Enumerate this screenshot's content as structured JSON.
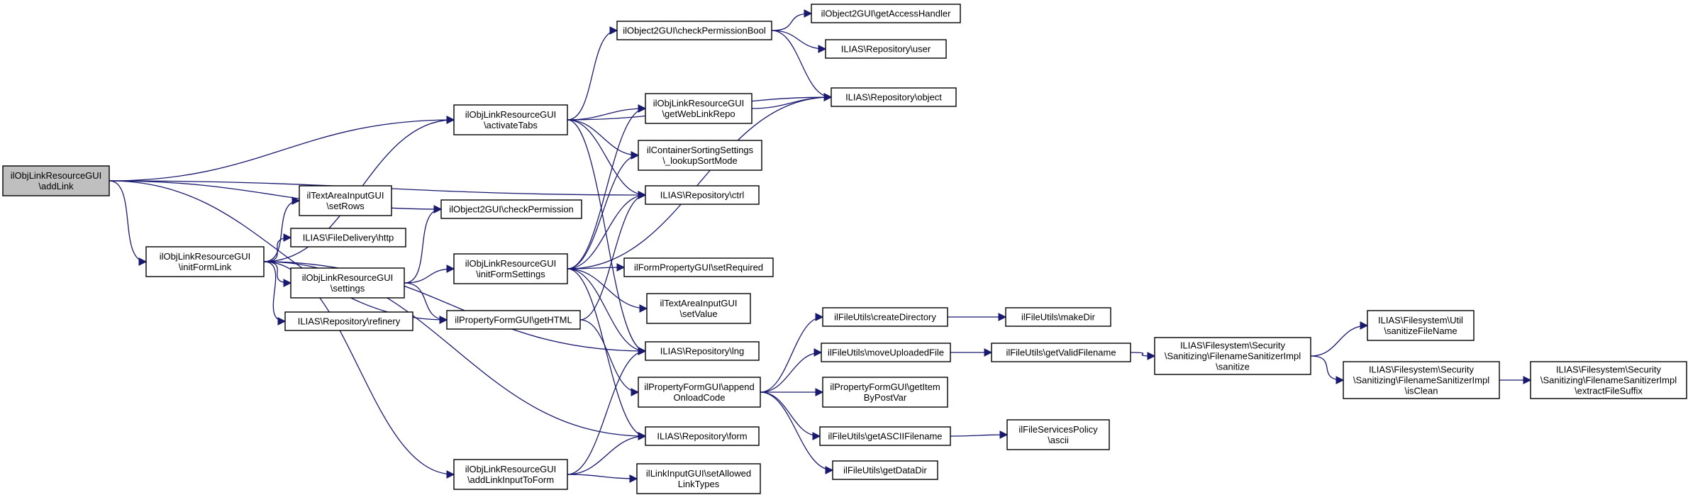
{
  "nodes": {
    "addLink": {
      "lines": [
        "ilObjLinkResourceGUI",
        "\\addLink"
      ],
      "root": true
    },
    "initFormLink": {
      "lines": [
        "ilObjLinkResourceGUI",
        "\\initFormLink"
      ]
    },
    "activateTabs": {
      "lines": [
        "ilObjLinkResourceGUI",
        "\\activateTabs"
      ]
    },
    "checkPermission": {
      "lines": [
        "ilObject2GUI\\checkPermission"
      ]
    },
    "setRows": {
      "lines": [
        "ilTextAreaInputGUI",
        "\\setRows"
      ]
    },
    "http": {
      "lines": [
        "ILIAS\\FileDelivery\\http"
      ]
    },
    "settings": {
      "lines": [
        "ilObjLinkResourceGUI",
        "\\settings"
      ]
    },
    "refinery": {
      "lines": [
        "ILIAS\\Repository\\refinery"
      ]
    },
    "initFormSettings": {
      "lines": [
        "ilObjLinkResourceGUI",
        "\\initFormSettings"
      ]
    },
    "getHTML": {
      "lines": [
        "ilPropertyFormGUI\\getHTML"
      ]
    },
    "addLinkInput": {
      "lines": [
        "ilObjLinkResourceGUI",
        "\\addLinkInputToForm"
      ]
    },
    "checkPermBool": {
      "lines": [
        "ilObject2GUI\\checkPermissionBool"
      ]
    },
    "getWebLinkRepo": {
      "lines": [
        "ilObjLinkResourceGUI",
        "\\getWebLinkRepo"
      ]
    },
    "lookupSortMode": {
      "lines": [
        "ilContainerSortingSettings",
        "\\_lookupSortMode"
      ]
    },
    "ctrl": {
      "lines": [
        "ILIAS\\Repository\\ctrl"
      ]
    },
    "setRequired": {
      "lines": [
        "ilFormPropertyGUI\\setRequired"
      ]
    },
    "setValue": {
      "lines": [
        "ilTextAreaInputGUI",
        "\\setValue"
      ]
    },
    "lng": {
      "lines": [
        "ILIAS\\Repository\\lng"
      ]
    },
    "appendOnload": {
      "lines": [
        "ilPropertyFormGUI\\append",
        "OnloadCode"
      ]
    },
    "form": {
      "lines": [
        "ILIAS\\Repository\\form"
      ]
    },
    "setAllowed": {
      "lines": [
        "ilLinkInputGUI\\setAllowed",
        "LinkTypes"
      ]
    },
    "getAccessHandler": {
      "lines": [
        "ilObject2GUI\\getAccessHandler"
      ]
    },
    "user": {
      "lines": [
        "ILIAS\\Repository\\user"
      ]
    },
    "object": {
      "lines": [
        "ILIAS\\Repository\\object"
      ]
    },
    "createDirectory": {
      "lines": [
        "ilFileUtils\\createDirectory"
      ]
    },
    "moveUploaded": {
      "lines": [
        "ilFileUtils\\moveUploadedFile"
      ]
    },
    "getItemByPost": {
      "lines": [
        "ilPropertyFormGUI\\getItem",
        "ByPostVar"
      ]
    },
    "getASCII": {
      "lines": [
        "ilFileUtils\\getASCIIFilename"
      ]
    },
    "getDataDir": {
      "lines": [
        "ilFileUtils\\getDataDir"
      ]
    },
    "makeDir": {
      "lines": [
        "ilFileUtils\\makeDir"
      ]
    },
    "getValidFilename": {
      "lines": [
        "ilFileUtils\\getValidFilename"
      ]
    },
    "ascii": {
      "lines": [
        "ilFileServicesPolicy",
        "\\ascii"
      ]
    },
    "sanitize": {
      "lines": [
        "ILIAS\\Filesystem\\Security",
        "\\Sanitizing\\FilenameSanitizerImpl",
        "\\sanitize"
      ]
    },
    "sanitizeFileName": {
      "lines": [
        "ILIAS\\Filesystem\\Util",
        "\\sanitizeFileName"
      ]
    },
    "isClean": {
      "lines": [
        "ILIAS\\Filesystem\\Security",
        "\\Sanitizing\\FilenameSanitizerImpl",
        "\\isClean"
      ]
    },
    "extractSuffix": {
      "lines": [
        "ILIAS\\Filesystem\\Security",
        "\\Sanitizing\\FilenameSanitizerImpl",
        "\\extractFileSuffix"
      ]
    }
  },
  "edges": [
    [
      "addLink",
      "activateTabs"
    ],
    [
      "addLink",
      "checkPermission"
    ],
    [
      "addLink",
      "initFormLink"
    ],
    [
      "addLink",
      "ctrl"
    ],
    [
      "addLink",
      "getHTML"
    ],
    [
      "activateTabs",
      "checkPermBool"
    ],
    [
      "activateTabs",
      "getWebLinkRepo"
    ],
    [
      "activateTabs",
      "object"
    ],
    [
      "activateTabs",
      "lookupSortMode"
    ],
    [
      "activateTabs",
      "ctrl"
    ],
    [
      "activateTabs",
      "lng"
    ],
    [
      "initFormLink",
      "activateTabs"
    ],
    [
      "initFormLink",
      "setRows"
    ],
    [
      "initFormLink",
      "http"
    ],
    [
      "initFormLink",
      "settings"
    ],
    [
      "initFormLink",
      "refinery"
    ],
    [
      "initFormLink",
      "form"
    ],
    [
      "initFormLink",
      "lng"
    ],
    [
      "initFormLink",
      "addLinkInput"
    ],
    [
      "settings",
      "checkPermission"
    ],
    [
      "settings",
      "initFormSettings"
    ],
    [
      "settings",
      "getHTML"
    ],
    [
      "initFormSettings",
      "getWebLinkRepo"
    ],
    [
      "initFormSettings",
      "lookupSortMode"
    ],
    [
      "initFormSettings",
      "ctrl"
    ],
    [
      "initFormSettings",
      "object"
    ],
    [
      "initFormSettings",
      "setRequired"
    ],
    [
      "initFormSettings",
      "setValue"
    ],
    [
      "initFormSettings",
      "lng"
    ],
    [
      "initFormSettings",
      "form"
    ],
    [
      "getHTML",
      "ctrl"
    ],
    [
      "getHTML",
      "appendOnload"
    ],
    [
      "addLinkInput",
      "lng"
    ],
    [
      "addLinkInput",
      "form"
    ],
    [
      "addLinkInput",
      "setAllowed"
    ],
    [
      "checkPermBool",
      "getAccessHandler"
    ],
    [
      "checkPermBool",
      "user"
    ],
    [
      "checkPermBool",
      "object"
    ],
    [
      "getWebLinkRepo",
      "object"
    ],
    [
      "appendOnload",
      "createDirectory"
    ],
    [
      "appendOnload",
      "moveUploaded"
    ],
    [
      "appendOnload",
      "getItemByPost"
    ],
    [
      "appendOnload",
      "getASCII"
    ],
    [
      "appendOnload",
      "getDataDir"
    ],
    [
      "createDirectory",
      "makeDir"
    ],
    [
      "moveUploaded",
      "getValidFilename"
    ],
    [
      "getASCII",
      "ascii"
    ],
    [
      "getValidFilename",
      "sanitize"
    ],
    [
      "sanitize",
      "sanitizeFileName"
    ],
    [
      "sanitize",
      "isClean"
    ],
    [
      "isClean",
      "extractSuffix"
    ]
  ],
  "colors": {
    "edge": "#191970",
    "root_fill": "#bfbfbf",
    "node_fill": "#ffffff",
    "border": "#000000"
  }
}
